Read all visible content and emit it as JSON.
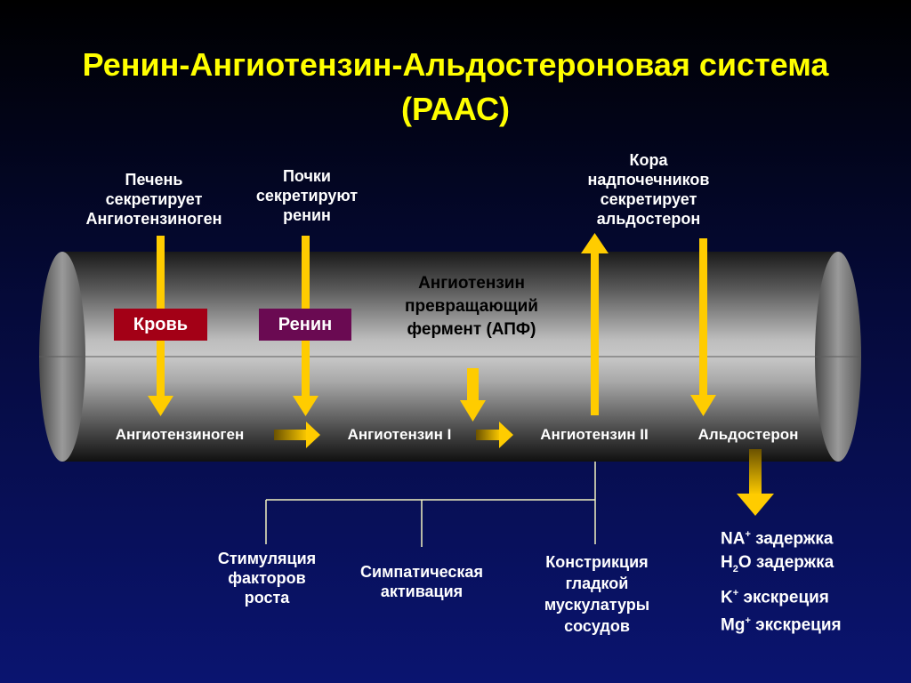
{
  "title": {
    "line1": "Ренин-Ангиотензин-Альдостероновая система",
    "line2": "(РААС)"
  },
  "sources": {
    "liver": [
      "Печень",
      "секретирует",
      "Ангиотензиноген"
    ],
    "kidneys": [
      "Почки",
      "секретируют",
      "ренин"
    ],
    "adrenal": [
      "Кора",
      "надпочечников",
      "секретирует",
      "альдостерон"
    ]
  },
  "tags": {
    "blood": "Кровь",
    "renin": "Ренин"
  },
  "ace": [
    "Ангиотензин",
    "превращающий",
    "фермент (АПФ)"
  ],
  "chain": {
    "angiotensinogen": "Ангиотензиноген",
    "angiotensin1": "Ангиотензин I",
    "angiotensin2": "Ангиотензин II",
    "aldosterone": "Альдостерон"
  },
  "outcomes": {
    "growth": [
      "Стимуляция",
      "факторов",
      "роста"
    ],
    "sympathetic": [
      "Симпатическая",
      "активация"
    ],
    "constriction": [
      "Констрикция",
      "гладкой",
      "мускулатуры",
      "сосудов"
    ]
  },
  "effects": {
    "na": {
      "el": "NA",
      "sup": "+",
      "text": " задержка"
    },
    "h2o": {
      "pre": "H",
      "sub": "2",
      "post": "O",
      "text": " задержка"
    },
    "k": {
      "el": "K",
      "sup": "+",
      "text": " экскреция"
    },
    "mg": {
      "el": "Mg",
      "sup": "+",
      "text": " экскреция"
    }
  },
  "colors": {
    "title": "#ffff00",
    "arrow": "#ffcc00",
    "blood_tag": "#a30016",
    "renin_tag": "#6a0a52"
  }
}
